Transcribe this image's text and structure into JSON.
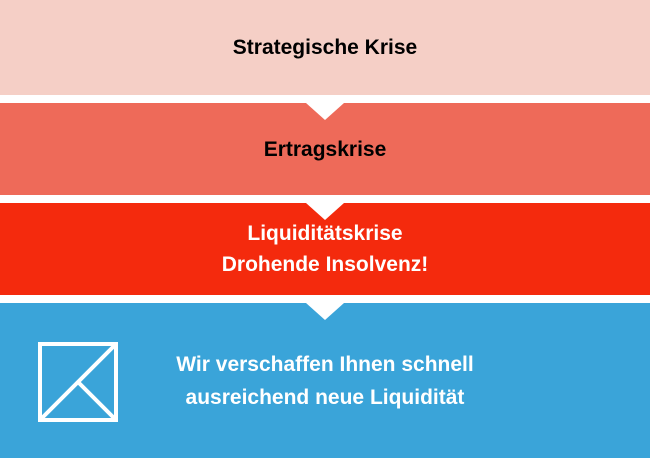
{
  "diagram": {
    "type": "crisis-stage-cascade",
    "connector_shape": "chevron-down",
    "connector_color": "#ffffff",
    "background_color": "#ffffff",
    "stages": [
      {
        "name": "strategic-crisis",
        "lines": [
          "Strategische Krise"
        ],
        "bg_color": "#f5cfc6",
        "text_color": "#000000"
      },
      {
        "name": "earnings-crisis",
        "lines": [
          "Ertragskrise"
        ],
        "bg_color": "#ee6a59",
        "text_color": "#000000"
      },
      {
        "name": "liquidity-crisis",
        "lines": [
          "Liquiditätskrise",
          "Drohende Insolvenz!"
        ],
        "bg_color": "#f42a0d",
        "text_color": "#ffffff"
      },
      {
        "name": "solution",
        "lines": [
          "Wir verschaffen Ihnen schnell",
          "ausreichend neue Liquidität"
        ],
        "bg_color": "#3aa4d9",
        "text_color": "#ffffff",
        "icon": "logo-square-diagonal-icon"
      }
    ]
  }
}
